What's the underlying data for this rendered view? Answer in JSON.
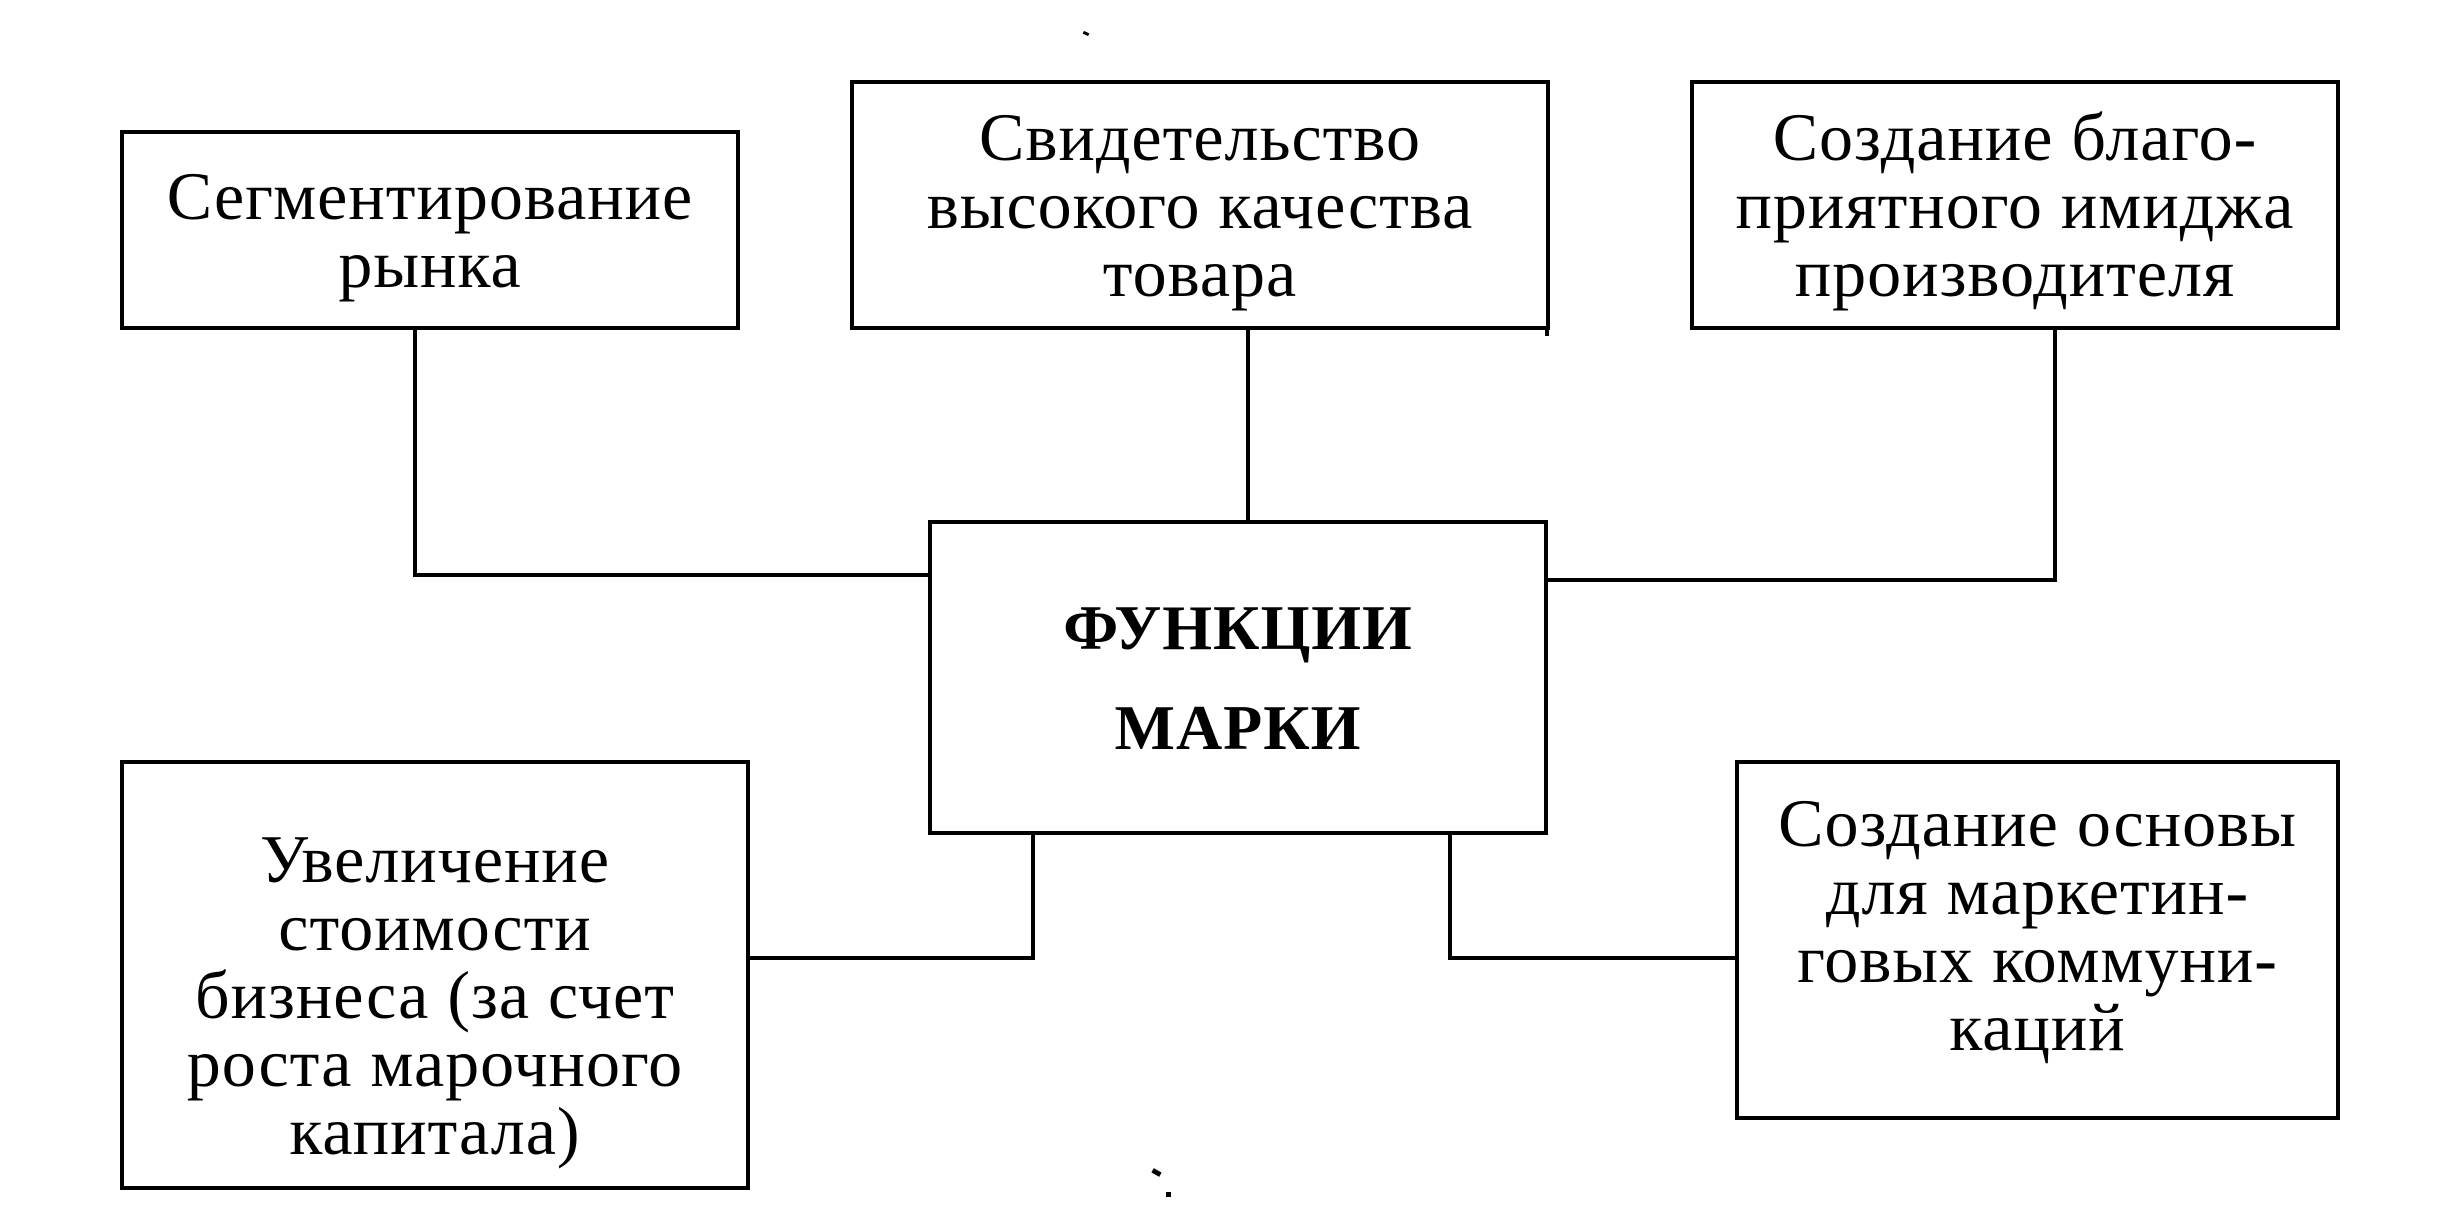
{
  "diagram": {
    "center": {
      "text": "ФУНКЦИИ\nМАРКИ"
    },
    "nodes": {
      "segmentation": "Сегментирование\nрынка",
      "quality": "Свидетельство\nвысокого качества\nтовара",
      "image": "Создание благо-\nприятного имиджа\nпроизводителя",
      "value": "Увеличение\nстоимости\nбизнеса (за счет\nроста марочного\nкапитала)",
      "communications": "Создание основы\nдля маркетин-\nговых коммуни-\nкаций"
    },
    "colors": {
      "line": "#000000",
      "background": "#ffffff"
    }
  }
}
